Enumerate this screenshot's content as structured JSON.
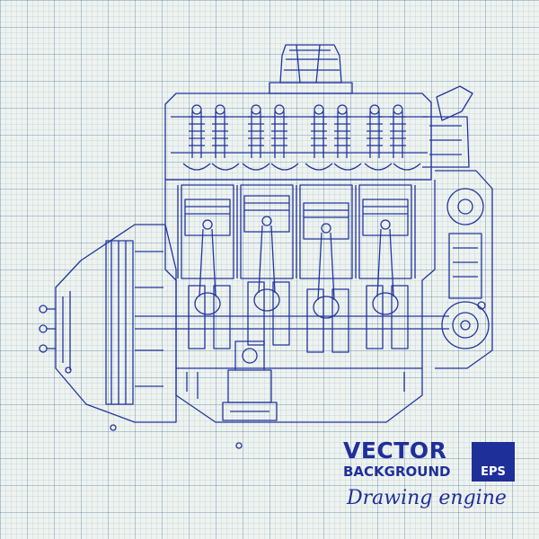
{
  "title_line1": "VECTOR",
  "title_line2": "BACKGROUND",
  "badge": "EPS",
  "subtitle": "Drawing engine",
  "colors": {
    "ink": "#1f2f9a",
    "paper": "#eef3ef",
    "grid": "#6e8fb0"
  },
  "figure": "engine-cross-section-blueprint"
}
